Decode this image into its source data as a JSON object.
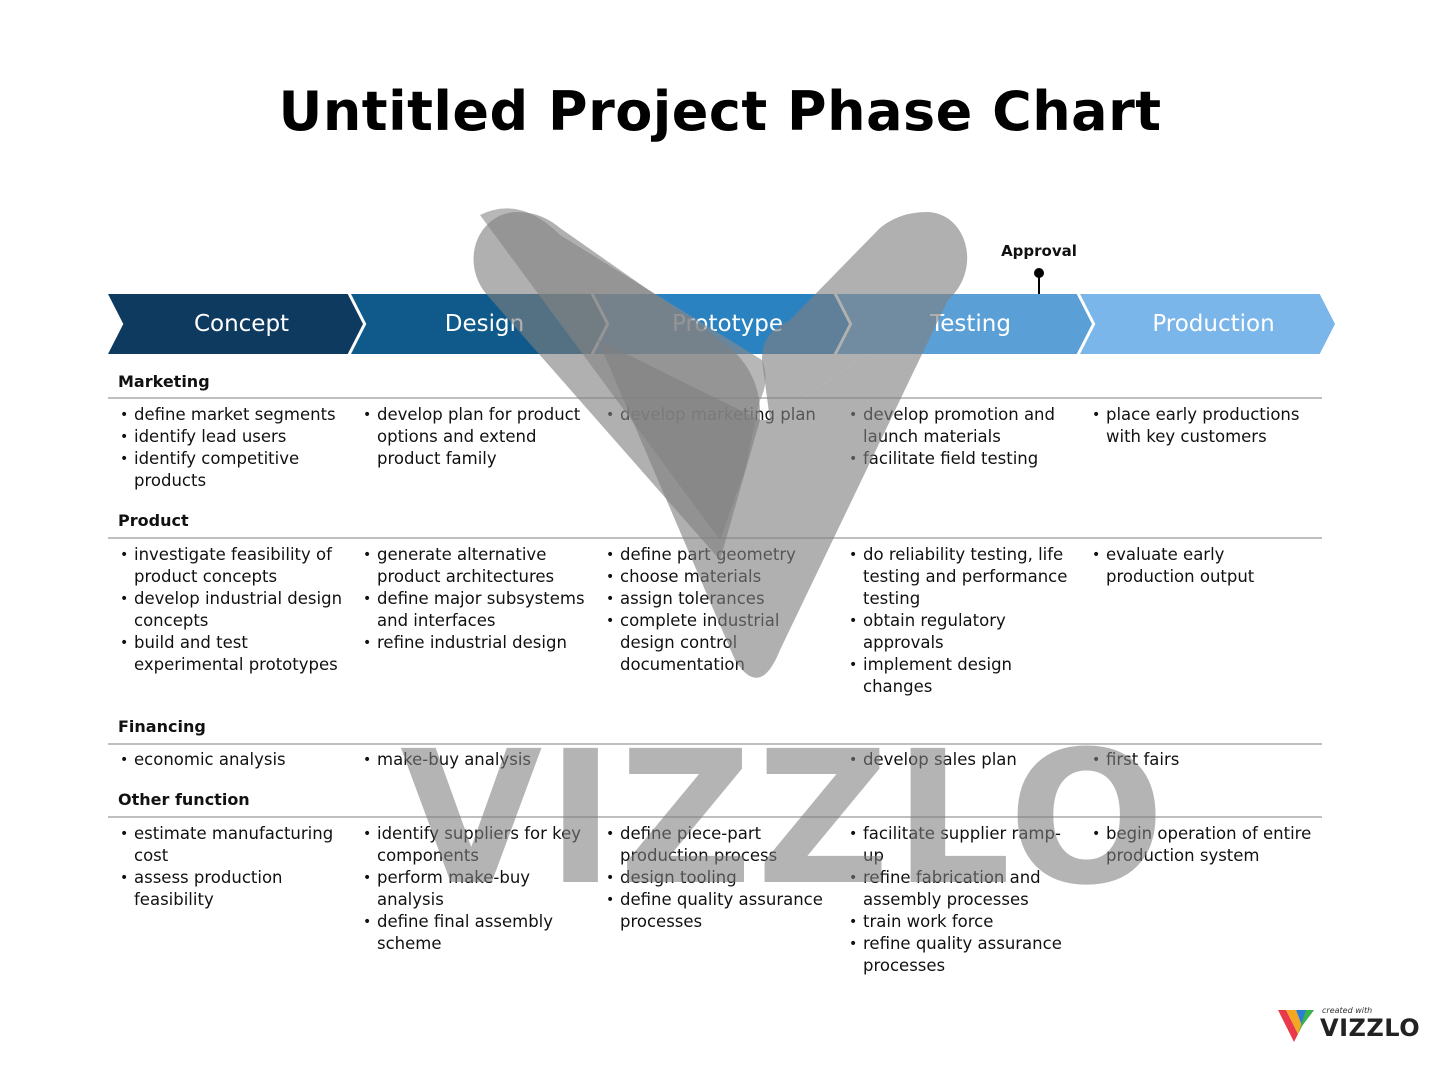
{
  "title": "Untitled Project Phase Chart",
  "milestone": {
    "label": "Approval"
  },
  "colors": {
    "phase_1": "#0f3a60",
    "phase_2": "#0f5a8a",
    "phase_3": "#2a82c0",
    "phase_4": "#5aa0d6",
    "phase_5": "#7ab6ea",
    "rule": "#bfbfbf",
    "watermark": "#8a8a8a"
  },
  "phases": [
    {
      "label": "Concept"
    },
    {
      "label": "Design"
    },
    {
      "label": "Prototype"
    },
    {
      "label": "Testing"
    },
    {
      "label": "Production"
    }
  ],
  "sections": [
    {
      "label": "Marketing",
      "cells": [
        [
          "define market segments",
          "identify lead users",
          "identify competitive products"
        ],
        [
          "develop plan for product options and extend product family"
        ],
        [
          "develop marketing plan"
        ],
        [
          "develop promotion and launch materials",
          "facilitate field testing"
        ],
        [
          "place early productions with key customers"
        ]
      ]
    },
    {
      "label": "Product",
      "cells": [
        [
          "investigate feasibility of product concepts",
          "develop industrial design concepts",
          "build and test experimental prototypes"
        ],
        [
          "generate alternative product architectures",
          "define major subsystems and interfaces",
          "refine industrial design"
        ],
        [
          "define part geometry",
          "choose materials",
          "assign tolerances",
          "complete industrial design control documentation"
        ],
        [
          "do reliability testing, life testing and performance testing",
          "obtain regulatory approvals",
          "implement design changes"
        ],
        [
          "evaluate early production output"
        ]
      ]
    },
    {
      "label": "Financing",
      "cells": [
        [
          "economic analysis"
        ],
        [
          "make-buy analysis"
        ],
        [],
        [
          "develop sales plan"
        ],
        [
          "first fairs"
        ]
      ]
    },
    {
      "label": "Other function",
      "cells": [
        [
          "estimate manufacturing cost",
          "assess production feasibility"
        ],
        [
          "identify suppliers for key components",
          "perform make-buy analysis",
          "define final assembly scheme"
        ],
        [
          "define piece-part production process",
          "design tooling",
          "define quality assurance processes"
        ],
        [
          "facilitate supplier ramp-up",
          "refine fabrication and assembly processes",
          "train work force",
          "refine quality assurance processes"
        ],
        [
          "begin operation of entire production system"
        ]
      ]
    }
  ],
  "watermark": {
    "text": "VIZZLO",
    "logo_tagline": "created with",
    "logo_text": "VIZZLO"
  }
}
